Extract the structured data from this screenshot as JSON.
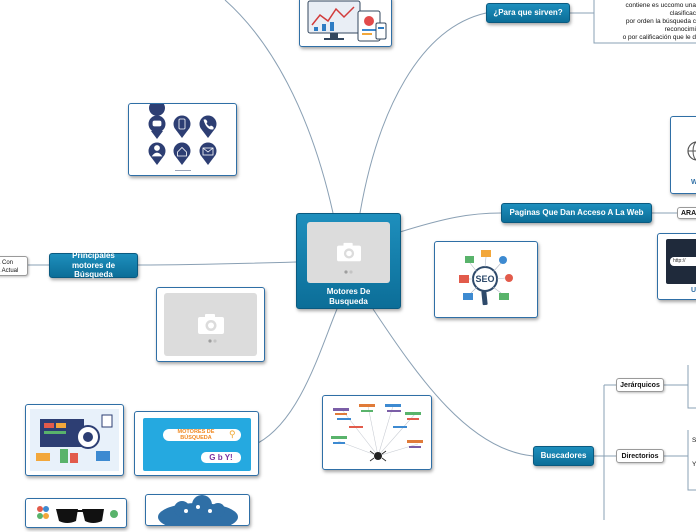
{
  "central": {
    "label": "Motores De Busqueda"
  },
  "branches": {
    "para_que_sirven": {
      "label": "¿Para que sirven?",
      "lines": [
        "contiene es uccomo una",
        "clasificac",
        "por orden  la búsqueda c",
        "reconocimi",
        "o por calificación que le d"
      ]
    },
    "paginas": {
      "label": "Paginas Que Dan Acceso A La Web",
      "child": "ARAÑ"
    },
    "principales": {
      "label": "Principales motores de Búsqueda",
      "lines": [
        "a Con",
        "a Actual"
      ]
    },
    "buscadores": {
      "label": "Buscadores",
      "children": [
        "Jerárquicos",
        "Directorios"
      ]
    }
  },
  "images": {
    "search_banner": {
      "title": "MOTORES DE BÚSQUEDA",
      "logos": "G b Y!"
    },
    "seo": {
      "label": "SEO"
    },
    "url_bar": {
      "text": "http://"
    },
    "partial_letters": [
      "W",
      "U",
      "S",
      "Y"
    ]
  },
  "colors": {
    "node_blue": "#0f76a3",
    "card_border": "#2f6fa6",
    "link": "#8aa0b4"
  }
}
